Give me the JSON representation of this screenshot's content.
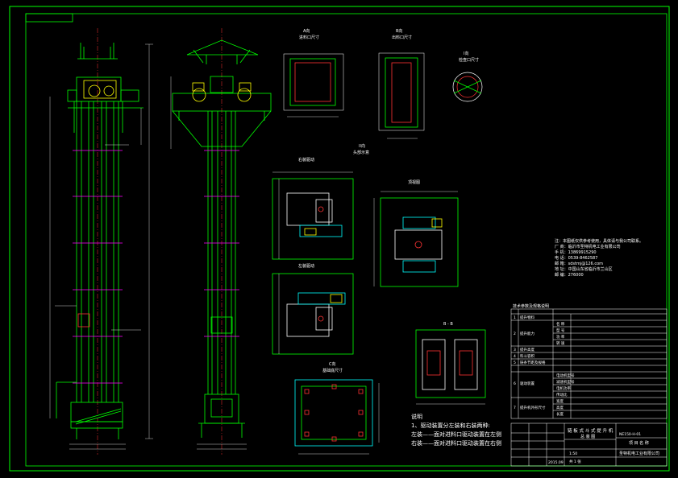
{
  "drawing": {
    "colors": {
      "background": "#000000",
      "structure": "#00ff00",
      "dimension": "#ffffff",
      "centerline": "#ff3333",
      "highlight": "#ff00ff",
      "detail": "#00ffff",
      "motor": "#ffff00"
    },
    "view_labels": {
      "a_view": "A向",
      "a_sub": "进料口尺寸",
      "b_view": "B向",
      "b_sub": "出料口尺寸",
      "i_view": "I向",
      "i_sub": "检查口尺寸",
      "ii_view": "II向",
      "ii_sub": "头部示意",
      "right_drive": "右装驱动",
      "left_drive": "左装驱动",
      "top_view": "顶视图",
      "c_view": "C向",
      "c_sub": "基础底尺寸",
      "section": "B - B"
    },
    "company_notes": [
      "注：本图纸仅供参考使用，具体请与我公司联系。",
      "厂  商：临沂市圣特机电工业有限公司",
      "手  机：13869915290",
      "电  话：0539-8462587",
      "邮  箱：sdstmj@126.com",
      "地  址：中国山东省临沂市兰山区",
      "邮  编：276000"
    ],
    "explanation": {
      "title": "说明",
      "items": [
        "1、驱动装置分左装和右装两种:",
        "左装——面对进料口驱动装置在左侧",
        "右装——面对进料口驱动装置在右侧"
      ]
    },
    "spec_table": {
      "title": "技术参数及规格说明",
      "rows": [
        {
          "no": "1",
          "name": "提升物料",
          "value": ""
        },
        {
          "no": "2",
          "name": "提升能力",
          "value": "",
          "sub": [
            "名 称",
            "型 号",
            "功 率",
            "转 速"
          ]
        },
        {
          "no": "3",
          "name": "提升高度",
          "value": ""
        },
        {
          "no": "4",
          "name": "料斗容积",
          "value": ""
        },
        {
          "no": "5",
          "name": "链条节距及规格",
          "value": ""
        },
        {
          "no": "6",
          "name": "驱动装置",
          "value": "",
          "sub": [
            "电动机型号",
            "减速机型号",
            "电机功率",
            "传动比"
          ]
        },
        {
          "no": "7",
          "name": "提升机外形尺寸",
          "value": "",
          "sub": [
            "宽度",
            "高度",
            "长度"
          ]
        }
      ]
    },
    "title_block": {
      "drawing_title": "链 板 式 斗 式 提 升 机",
      "drawing_sub": "总 装 图",
      "drawing_no": "NE150-H-01",
      "project_label": "项 目 名 称",
      "company": "圣特机电工业有限公司",
      "scale": "1:50",
      "sheet": "共 1 张",
      "date": "2015.09"
    }
  }
}
